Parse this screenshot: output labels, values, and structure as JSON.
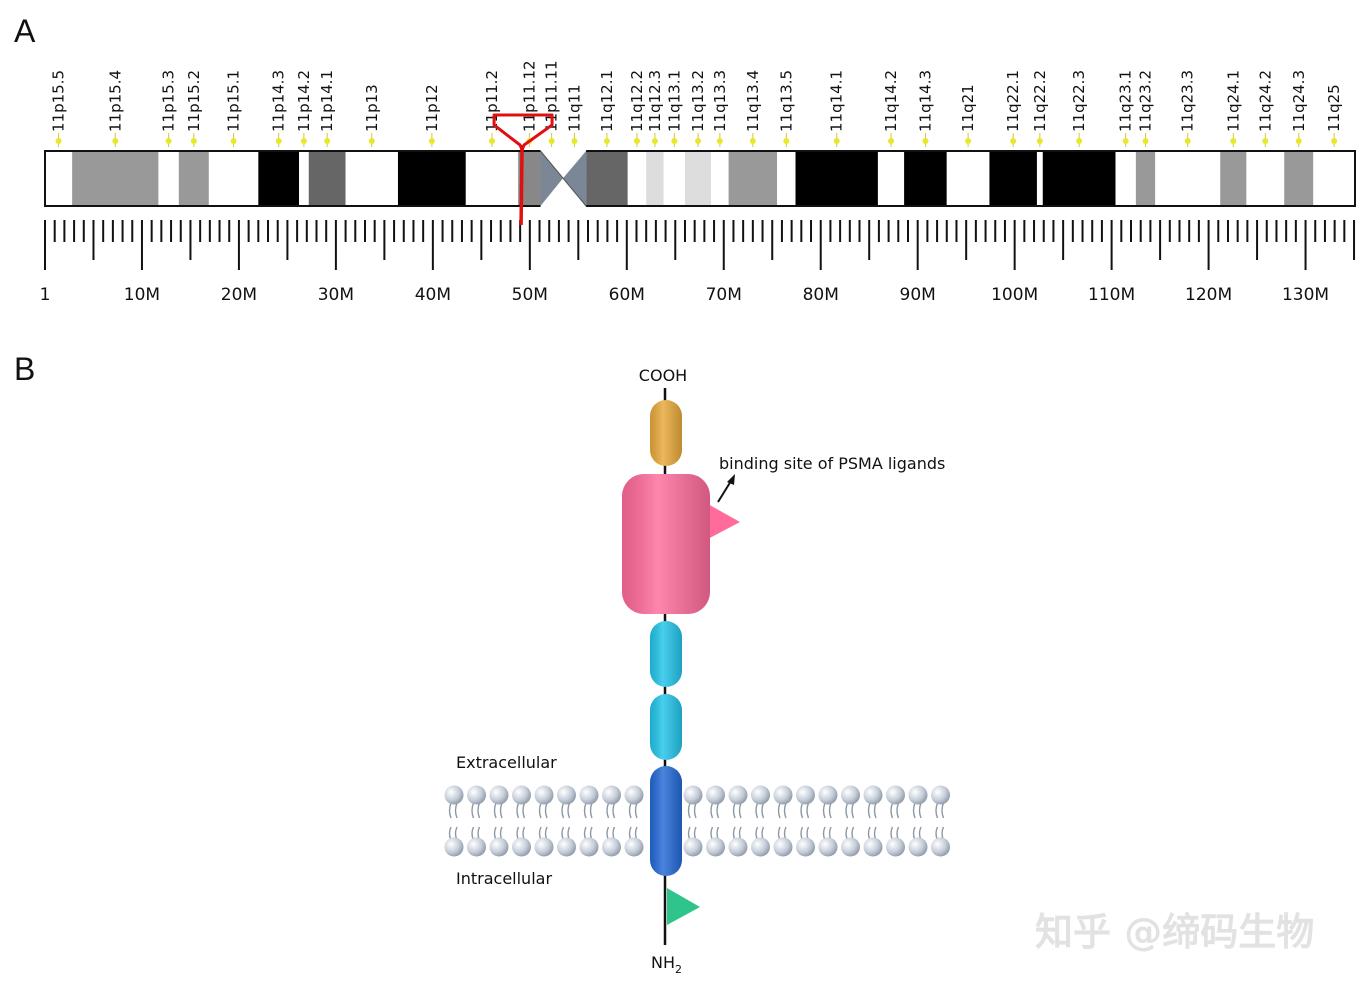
{
  "panels": {
    "a": "A",
    "b": "B"
  },
  "chromosome": {
    "bands": [
      {
        "name": "11p15.5",
        "start": 0,
        "end": 2.8,
        "shade": "#ffffff"
      },
      {
        "name": "11p15.4",
        "start": 2.8,
        "end": 11.7,
        "shade": "#999999"
      },
      {
        "name": "11p15.3",
        "start": 11.7,
        "end": 13.8,
        "shade": "#ffffff"
      },
      {
        "name": "11p15.2",
        "start": 13.8,
        "end": 16.9,
        "shade": "#999999"
      },
      {
        "name": "11p15.1",
        "start": 16.9,
        "end": 22.0,
        "shade": "#ffffff"
      },
      {
        "name": "11p14.3",
        "start": 22.0,
        "end": 26.2,
        "shade": "#000000"
      },
      {
        "name": "11p14.2",
        "start": 26.2,
        "end": 27.2,
        "shade": "#ffffff"
      },
      {
        "name": "11p14.1",
        "start": 27.2,
        "end": 31.0,
        "shade": "#666666"
      },
      {
        "name": "11p13",
        "start": 31.0,
        "end": 36.4,
        "shade": "#ffffff"
      },
      {
        "name": "11p12",
        "start": 36.4,
        "end": 43.4,
        "shade": "#000000"
      },
      {
        "name": "11p11.2",
        "start": 43.4,
        "end": 48.8,
        "shade": "#ffffff"
      },
      {
        "name": "11p11.12",
        "start": 48.8,
        "end": 51.1,
        "shade": "#888888"
      },
      {
        "name": "11p11.11",
        "start": 51.1,
        "end": 53.4,
        "shade": "centromere"
      },
      {
        "name": "11q11",
        "start": 53.4,
        "end": 55.8,
        "shade": "centromere"
      },
      {
        "name": "11q12.1",
        "start": 55.8,
        "end": 60.1,
        "shade": "#666666"
      },
      {
        "name": "11q12.2",
        "start": 60.1,
        "end": 62.0,
        "shade": "#ffffff"
      },
      {
        "name": "11q12.3",
        "start": 62.0,
        "end": 63.8,
        "shade": "#dddddd"
      },
      {
        "name": "11q13.1",
        "start": 63.8,
        "end": 66.0,
        "shade": "#ffffff"
      },
      {
        "name": "11q13.2",
        "start": 66.0,
        "end": 68.7,
        "shade": "#dddddd"
      },
      {
        "name": "11q13.3",
        "start": 68.7,
        "end": 70.5,
        "shade": "#ffffff"
      },
      {
        "name": "11q13.4",
        "start": 70.5,
        "end": 75.5,
        "shade": "#999999"
      },
      {
        "name": "11q13.5",
        "start": 75.5,
        "end": 77.4,
        "shade": "#ffffff"
      },
      {
        "name": "11q14.1",
        "start": 77.4,
        "end": 85.9,
        "shade": "#000000"
      },
      {
        "name": "11q14.2",
        "start": 85.9,
        "end": 88.6,
        "shade": "#ffffff"
      },
      {
        "name": "11q14.3",
        "start": 88.6,
        "end": 93.0,
        "shade": "#000000"
      },
      {
        "name": "11q21",
        "start": 93.0,
        "end": 97.4,
        "shade": "#ffffff"
      },
      {
        "name": "11q22.1",
        "start": 97.4,
        "end": 102.3,
        "shade": "#000000"
      },
      {
        "name": "11q22.2",
        "start": 102.3,
        "end": 102.9,
        "shade": "#ffffff"
      },
      {
        "name": "11q22.3",
        "start": 102.9,
        "end": 110.4,
        "shade": "#000000"
      },
      {
        "name": "11q23.1",
        "start": 110.4,
        "end": 112.5,
        "shade": "#ffffff"
      },
      {
        "name": "11q23.2",
        "start": 112.5,
        "end": 114.5,
        "shade": "#999999"
      },
      {
        "name": "11q23.3",
        "start": 114.5,
        "end": 121.2,
        "shade": "#ffffff"
      },
      {
        "name": "11q24.1",
        "start": 121.2,
        "end": 123.9,
        "shade": "#999999"
      },
      {
        "name": "11q24.2",
        "start": 123.9,
        "end": 127.8,
        "shade": "#ffffff"
      },
      {
        "name": "11q24.3",
        "start": 127.8,
        "end": 130.8,
        "shade": "#999999"
      },
      {
        "name": "11q25",
        "start": 130.8,
        "end": 135.1,
        "shade": "#ffffff"
      }
    ],
    "length_mb": 135.1,
    "centromere_mb": 53.4,
    "marker_mb": 49.2,
    "marker_color": "#e01010",
    "axis_labels": [
      {
        "label": "1",
        "mb": 0
      },
      {
        "label": "10M",
        "mb": 10
      },
      {
        "label": "20M",
        "mb": 20
      },
      {
        "label": "30M",
        "mb": 30
      },
      {
        "label": "40M",
        "mb": 40
      },
      {
        "label": "50M",
        "mb": 50
      },
      {
        "label": "60M",
        "mb": 60
      },
      {
        "label": "70M",
        "mb": 70
      },
      {
        "label": "80M",
        "mb": 80
      },
      {
        "label": "90M",
        "mb": 90
      },
      {
        "label": "100M",
        "mb": 100
      },
      {
        "label": "110M",
        "mb": 110
      },
      {
        "label": "120M",
        "mb": 120
      },
      {
        "label": "130M",
        "mb": 130
      }
    ]
  },
  "protein": {
    "cooh_label": "COOH",
    "nh2_label": "NH",
    "nh2_sub": "2",
    "binding_label": "binding site of PSMA ligands",
    "extracellular_label": "Extracellular",
    "intracellular_label": "Intracellular",
    "colors": {
      "top_domain": "#e8a83a",
      "main_domain": "#ff6b9a",
      "domain_mid": "#22c4ea",
      "transmembrane": "#2369d6",
      "intracellular_tail": "#2fc48a",
      "lipid_head": "#c8d0dc"
    }
  },
  "watermark": "知乎 @缔码生物"
}
